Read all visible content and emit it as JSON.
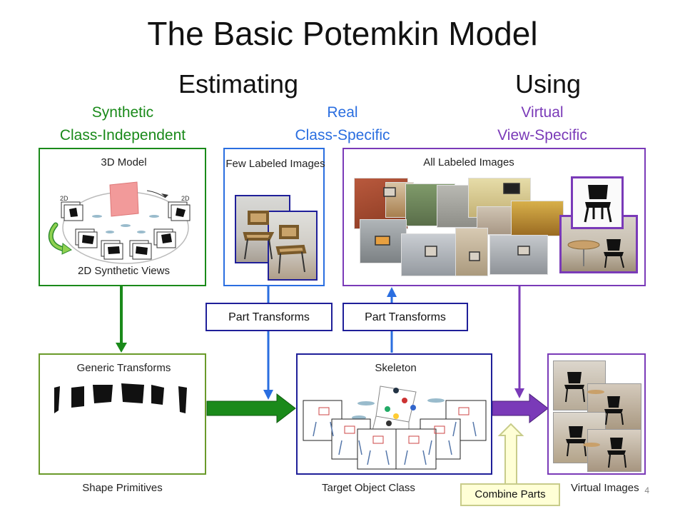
{
  "title": "The Basic Potemkin Model",
  "headings": {
    "estimating": "Estimating",
    "using": "Using"
  },
  "categories": {
    "synthetic": {
      "line1": "Synthetic",
      "line2": "Class-Independent",
      "color": "#1a8a1a"
    },
    "real": {
      "line1": "Real",
      "line2": "Class-Specific",
      "color": "#2a6ee0"
    },
    "virtual": {
      "line1": "Virtual",
      "line2": "View-Specific",
      "color": "#7a3ab8"
    }
  },
  "boxes": {
    "model3d": {
      "label": "3D Model",
      "footer": "2D Synthetic Views",
      "tag_left": "2D",
      "tag_right": "2D"
    },
    "few_labeled": {
      "label": "Few Labeled Images"
    },
    "all_labeled": {
      "label": "All Labeled Images"
    },
    "generic": {
      "label": "Generic Transforms",
      "footer": "Shape Primitives"
    },
    "skeleton": {
      "label": "Skeleton",
      "footer": "Target Object Class"
    },
    "virtual_images": {
      "footer": "Virtual Images"
    }
  },
  "part_transforms": {
    "left": "Part Transforms",
    "right": "Part Transforms"
  },
  "combine_parts": "Combine Parts",
  "page_number": "4",
  "colors": {
    "green": "#1a8a1a",
    "olive": "#6a9a2a",
    "blue": "#2a6ee0",
    "navy": "#1f1f99",
    "purple": "#7a3ab8"
  }
}
